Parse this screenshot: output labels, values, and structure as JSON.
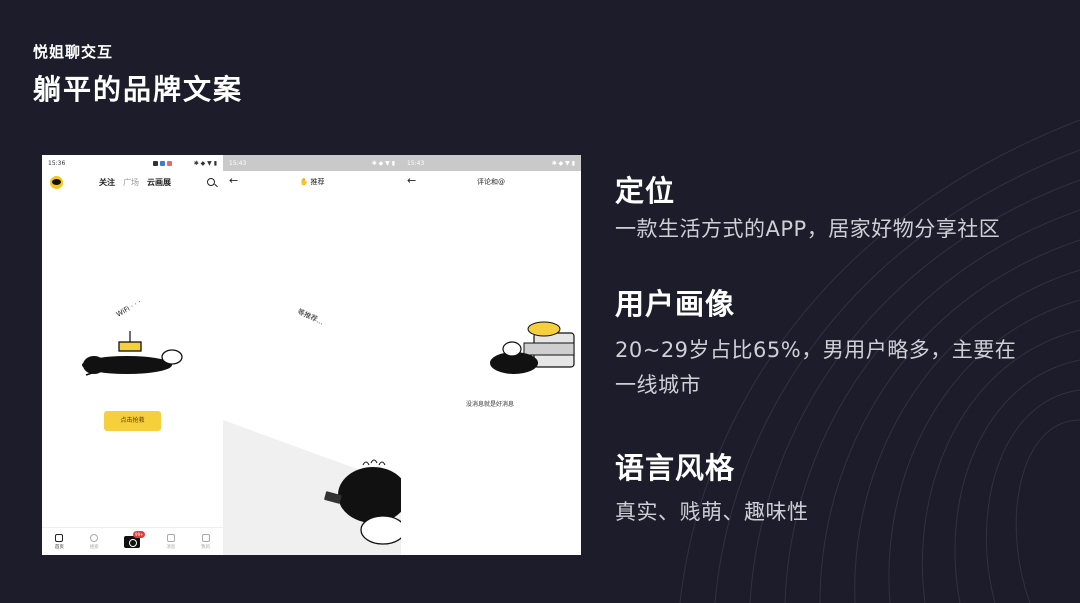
{
  "header": {
    "brand": "悦姐聊交互",
    "title": "躺平的品牌文案"
  },
  "phones": [
    {
      "time": "15:36",
      "nav_tabs": [
        "关注",
        "广场",
        "云画展"
      ],
      "doodle_text": "WiFi · · ·",
      "button_label": "点击抢救",
      "tabbar": [
        "首页",
        "搜索",
        "",
        "消息",
        "我的"
      ],
      "badge": "99+"
    },
    {
      "time": "15:43",
      "title": "推荐",
      "doodle_text": "等推荐..."
    },
    {
      "time": "15:43",
      "title": "评论和@",
      "caption": "没消息就是好消息"
    }
  ],
  "info": [
    {
      "heading": "定位",
      "lines": [
        "一款生活方式的APP，居家好物分享社区"
      ]
    },
    {
      "heading": "用户画像",
      "lines": [
        "20~29岁占比65%，男用户略多，主要在",
        "一线城市"
      ]
    },
    {
      "heading": "语言风格",
      "lines": [
        "真实、贱萌、趣味性"
      ]
    }
  ],
  "colors": {
    "background": "#1c1c2a",
    "accent": "#f6cf3c"
  }
}
